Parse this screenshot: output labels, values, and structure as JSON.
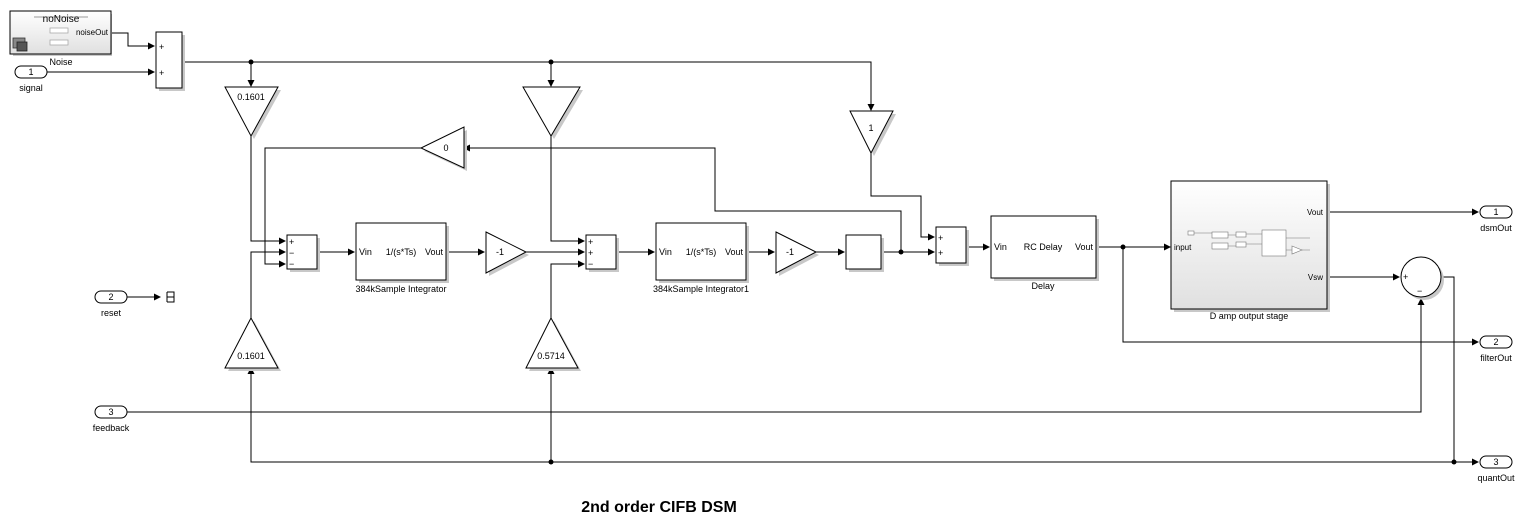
{
  "title": "2nd order CIFB DSM",
  "noise_block": {
    "title": "noNoise",
    "port": "noiseOut",
    "name": "Noise"
  },
  "inports": [
    {
      "num": "1",
      "name": "signal"
    },
    {
      "num": "2",
      "name": "reset"
    },
    {
      "num": "3",
      "name": "feedback"
    }
  ],
  "outports": [
    {
      "num": "1",
      "name": "dsmOut"
    },
    {
      "num": "2",
      "name": "filterOut"
    },
    {
      "num": "3",
      "name": "quantOut"
    }
  ],
  "gains": {
    "b1": "0.1601",
    "b2": "",
    "b3": "1",
    "fb_zero": "0",
    "a1": "0.1601",
    "a2": "0.5714",
    "inv1": "-1",
    "inv2": "-1"
  },
  "integrators": [
    {
      "in": "Vin",
      "tf": "1/(s*Ts)",
      "out": "Vout",
      "name": "384kSample Integrator"
    },
    {
      "in": "Vin",
      "tf": "1/(s*Ts)",
      "out": "Vout",
      "name": "384kSample Integrator1"
    }
  ],
  "delay": {
    "in": "Vin",
    "label": "RC Delay",
    "out": "Vout",
    "name": "Delay"
  },
  "output_stage": {
    "in": "input",
    "out1": "Vout",
    "out2": "Vsw",
    "name": "D amp output stage"
  },
  "sum_signs": {
    "plus": "+",
    "minus": "−"
  },
  "colors": {
    "wire": "#000000",
    "block_fill": "#ffffff",
    "gradient_top": "#ffffff",
    "gradient_bottom": "#e0e0e0"
  }
}
